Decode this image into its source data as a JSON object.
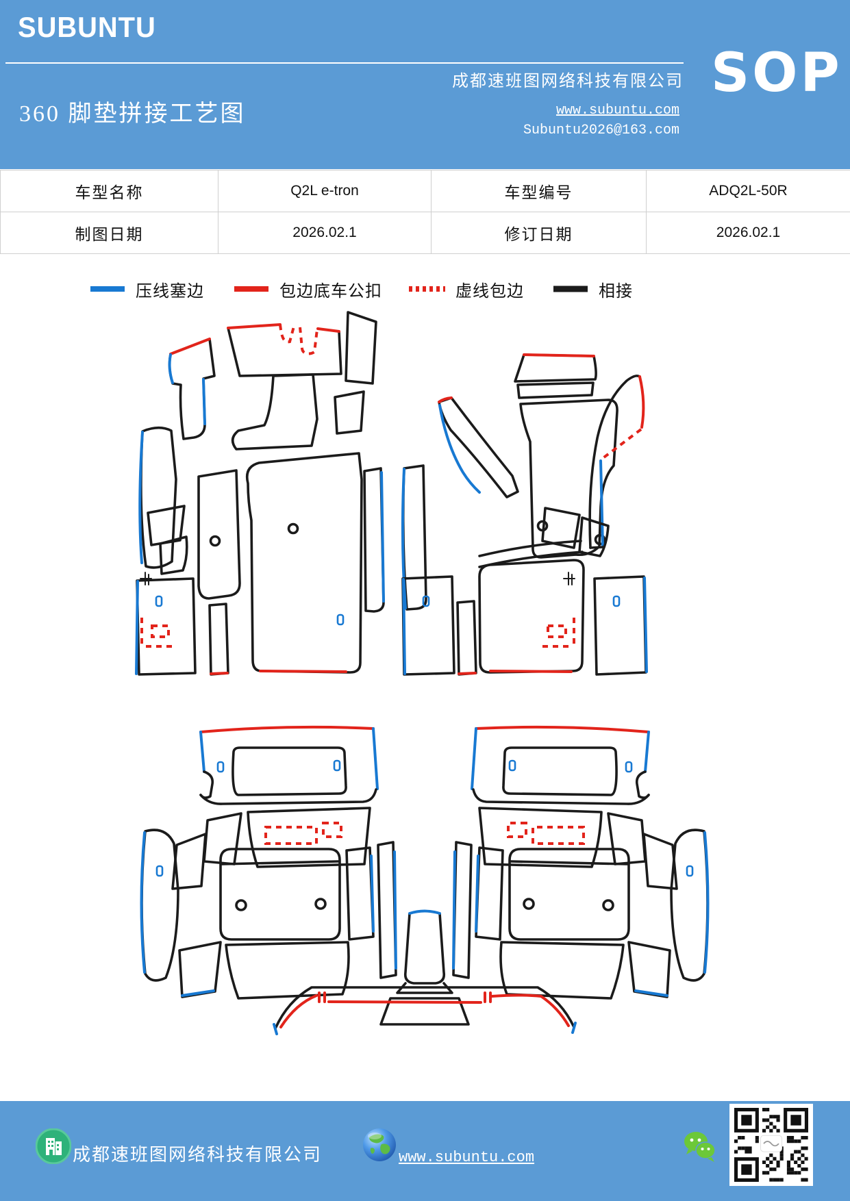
{
  "theme": {
    "header-bg": "#5b9bd5",
    "footer-bg": "#5b9bd5",
    "blue": "#1879d2",
    "red": "#e2241b",
    "ink": "#1b1b1b",
    "table-border": "#cfcfcf",
    "wechat-green": "#6cc839",
    "icon-green": "#27a567",
    "globe-blue": "#2b6fd4"
  },
  "header": {
    "logo": "SUBUNTU",
    "title": "360 脚垫拼接工艺图",
    "company": "成都速班图网络科技有限公司",
    "sop": "SOP",
    "website": "www.subuntu.com",
    "email": "Subuntu2026@163.com"
  },
  "info_table": {
    "rows": [
      [
        "车型名称",
        "Q2L e-tron",
        "车型编号",
        "ADQ2L-50R"
      ],
      [
        "制图日期",
        "2026.02.1",
        "修订日期",
        "2026.02.1"
      ]
    ]
  },
  "legend": {
    "items": [
      {
        "label": "压线塞边",
        "color": "#1879d2",
        "style": "solid"
      },
      {
        "label": "包边底车公扣",
        "color": "#e2241b",
        "style": "solid"
      },
      {
        "label": "虚线包边",
        "color": "#e2241b",
        "style": "dotted"
      },
      {
        "label": "相接",
        "color": "#1b1b1b",
        "style": "solid"
      }
    ]
  },
  "diagram": {
    "groups": [
      "front-left-mat-group",
      "front-right-mat-group",
      "rear-mat-group"
    ]
  },
  "footer": {
    "company": "成都速班图网络科技有限公司",
    "website": "www.subuntu.com",
    "icons": [
      "building-icon",
      "globe-icon",
      "wechat-icon",
      "qr-code"
    ]
  }
}
